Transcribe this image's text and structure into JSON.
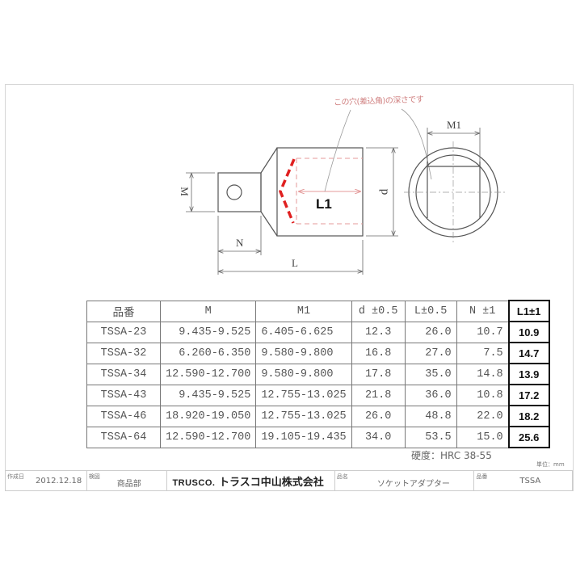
{
  "drawing": {
    "note_handwritten": "この穴(差込角)の深さです",
    "labels": {
      "M": "M",
      "N": "N",
      "L": "L",
      "d": "d",
      "M1": "M1",
      "L1": "L1"
    },
    "colors": {
      "line": "#555555",
      "red_dash": "#e02020",
      "pink": "#e49a9a"
    }
  },
  "table": {
    "headers": [
      "品番",
      "M",
      "M1",
      "d ±0.5",
      "L±0.5",
      "N  ±1",
      "L1±1"
    ],
    "rows": [
      {
        "part": "TSSA-23",
        "M": "9.435-9.525",
        "M1": "6.405-6.625",
        "d": "12.3",
        "L": "26.0",
        "N": "10.7",
        "L1": "10.9"
      },
      {
        "part": "TSSA-32",
        "M": "6.260-6.350",
        "M1": "9.580-9.800",
        "d": "16.8",
        "L": "27.0",
        "N": "7.5",
        "L1": "14.7"
      },
      {
        "part": "TSSA-34",
        "M": "12.590-12.700",
        "M1": "9.580-9.800",
        "d": "17.8",
        "L": "35.0",
        "N": "14.8",
        "L1": "13.9"
      },
      {
        "part": "TSSA-43",
        "M": "9.435-9.525",
        "M1": "12.755-13.025",
        "d": "21.8",
        "L": "36.0",
        "N": "10.8",
        "L1": "17.2"
      },
      {
        "part": "TSSA-46",
        "M": "18.920-19.050",
        "M1": "12.755-13.025",
        "d": "26.0",
        "L": "48.8",
        "N": "22.0",
        "L1": "18.2"
      },
      {
        "part": "TSSA-64",
        "M": "12.590-12.700",
        "M1": "19.105-19.435",
        "d": "34.0",
        "L": "53.5",
        "N": "15.0",
        "L1": "25.6"
      }
    ]
  },
  "hardness": "硬度：HRC 38-55",
  "unit": "単位：mm",
  "titleblock": {
    "created_label": "作成日",
    "created_value": "2012.12.18",
    "checked_label": "検図",
    "checked_value": "商品部",
    "brand_logo": "TRUSCO.",
    "company": "トラスコ中山株式会社",
    "product_name_label": "品名",
    "product_name_value": "ソケットアダプター",
    "part_no_label": "品番",
    "part_no_value": "TSSA"
  }
}
